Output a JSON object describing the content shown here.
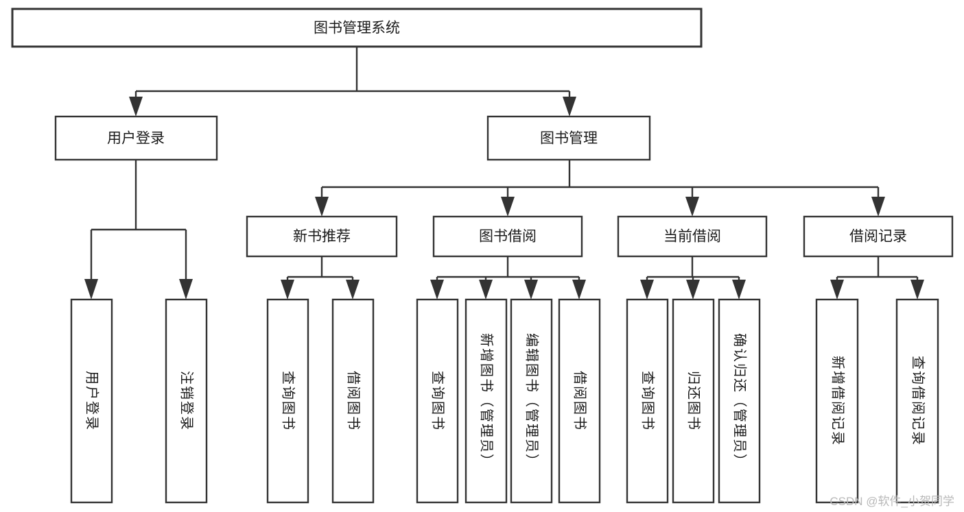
{
  "diagram": {
    "kind": "tree-hierarchy-chart",
    "title": "图书管理系统",
    "colors": {
      "stroke": "#333333",
      "box_fill": "#ffffff",
      "text": "#1a1a1a",
      "background": "#ffffff",
      "watermark": "#b8b8b8"
    },
    "root": {
      "label": "图书管理系统"
    },
    "level2": [
      {
        "label": "用户登录"
      },
      {
        "label": "图书管理"
      }
    ],
    "level3": [
      {
        "label": "新书推荐"
      },
      {
        "label": "图书借阅"
      },
      {
        "label": "当前借阅"
      },
      {
        "label": "借阅记录"
      }
    ],
    "leaves": {
      "user_login": [
        {
          "label": "用户登录"
        },
        {
          "label": "注销登录"
        }
      ],
      "new_book_recommend": [
        {
          "label": "查询图书"
        },
        {
          "label": "借阅图书"
        }
      ],
      "book_borrow": [
        {
          "label": "查询图书"
        },
        {
          "label": "新增图书（管理员）"
        },
        {
          "label": "编辑图书（管理员）"
        },
        {
          "label": "借阅图书"
        }
      ],
      "current_borrow": [
        {
          "label": "查询图书"
        },
        {
          "label": "归还图书"
        },
        {
          "label": "确认归还（管理员）"
        }
      ],
      "borrow_record": [
        {
          "label": "新增借阅记录"
        },
        {
          "label": "查询借阅记录"
        }
      ]
    },
    "watermark": "CSDN @软件_小贺同学"
  }
}
